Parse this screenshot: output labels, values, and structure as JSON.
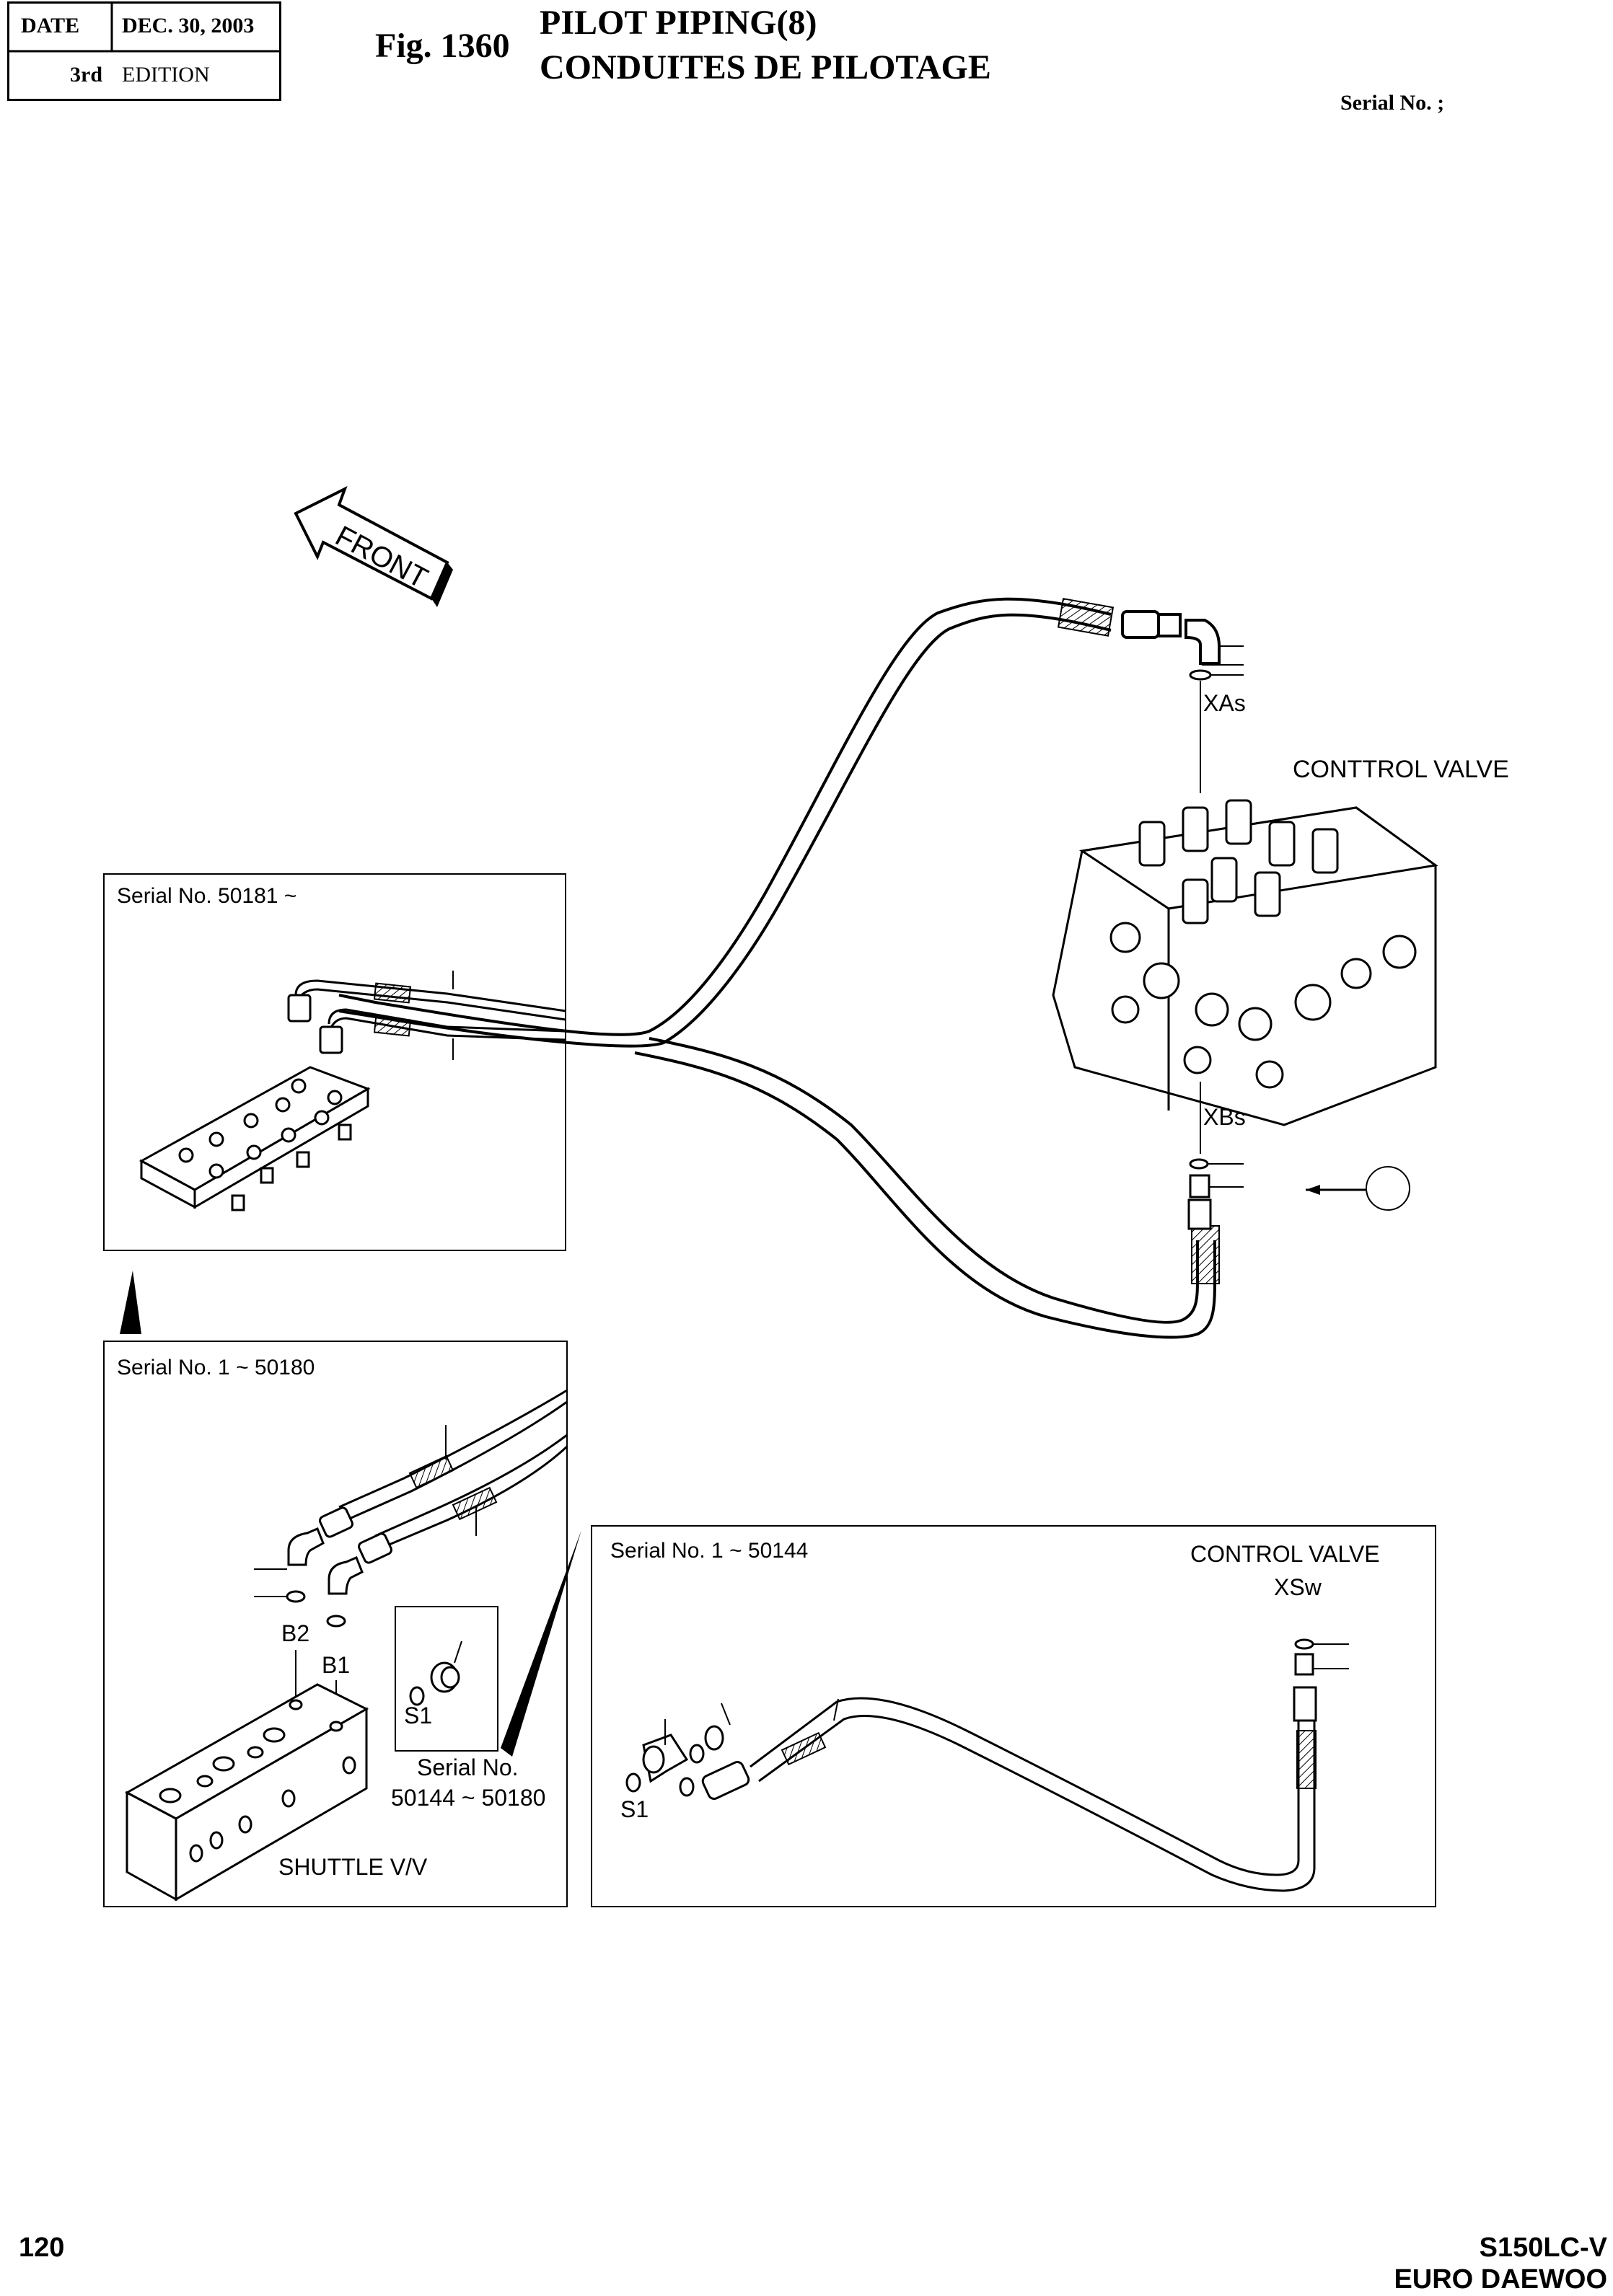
{
  "header": {
    "date_label": "DATE",
    "date_value": "DEC. 30, 2003",
    "edition_number": "3rd",
    "edition_label": "EDITION",
    "fig_label": "Fig. 1360",
    "title_en": "PILOT PIPING(8)",
    "title_fr": "CONDUITES DE PILOTAGE",
    "serial_label": "Serial No. ;"
  },
  "main": {
    "front_label": "FRONT",
    "control_valve_label": "CONTTROL VALVE",
    "port_xas": "XAs",
    "port_xbs": "XBs"
  },
  "insets": {
    "upper": {
      "title": "Serial No. 50181 ~"
    },
    "lower_left": {
      "title": "Serial No. 1 ~ 50180",
      "b2": "B2",
      "b1": "B1",
      "s1": "S1",
      "serial_line1": "Serial No.",
      "serial_line2": "50144 ~ 50180",
      "shuttle": "SHUTTLE V/V"
    },
    "lower_right": {
      "title": "Serial No. 1 ~ 50144",
      "control_valve": "CONTROL VALVE",
      "xsw": "XSw",
      "s1": "S1"
    }
  },
  "footer": {
    "page_number": "120",
    "model": "S150LC-V",
    "brand": "EURO DAEWOO"
  }
}
